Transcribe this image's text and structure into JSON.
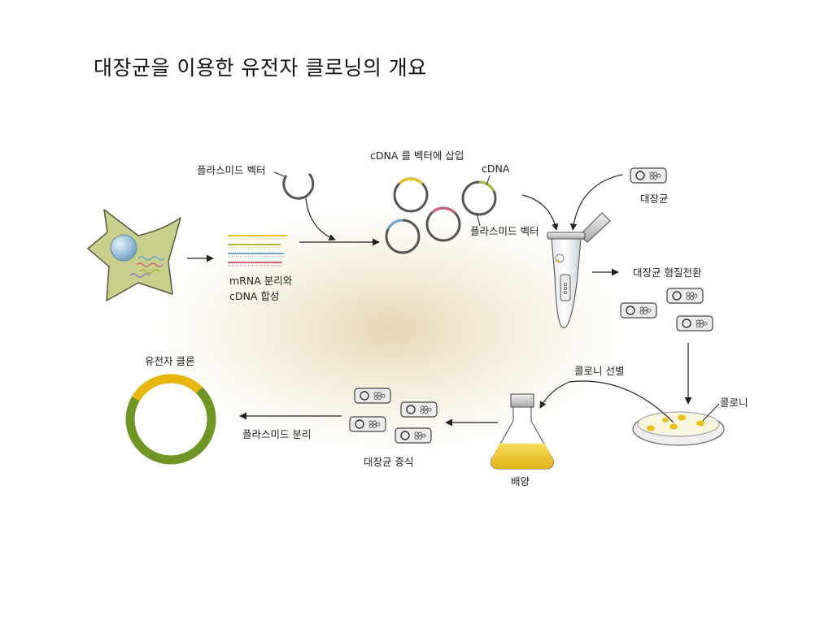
{
  "title": "대장균을 이용한 유전자 클로닝의 개요",
  "labels": {
    "plasmid_vector_top": "플라스미드 벡터",
    "insert_cdna": "cDNA 를 벡터에 삽입",
    "cdna": "cDNA",
    "plasmid_vector_mid": "플라스미드 벡터",
    "ecoli": "대장균",
    "mrna_line1": "mRNA 분리와",
    "mrna_line2": "cDNA 합성",
    "transformation": "대장균 형질전환",
    "gene_clone": "유전자 클론",
    "colony_selection": "콜로니  선별",
    "colony": "콜로니",
    "plasmid_isolation": "플라스미드 분리",
    "ecoli_growth": "대장균  증식",
    "culture": "배양"
  },
  "colors": {
    "cell": "#c9d08e",
    "nucleus": "#8db9d6",
    "plasmid_gray": "#555555",
    "insert_yellow": "#e6c21a",
    "insert_green": "#a8b838",
    "insert_blue": "#6fa8cf",
    "insert_pink": "#c9607e",
    "clone_green": "#6f9624",
    "clone_yellow": "#e8b70f"
  }
}
